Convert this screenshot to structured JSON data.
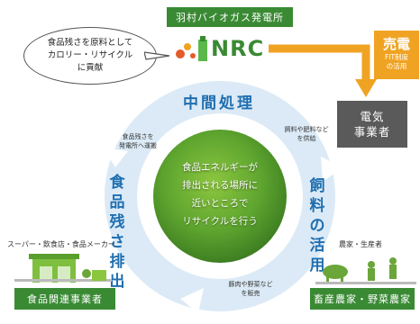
{
  "title": "羽村バイオガス発電所",
  "speech": {
    "line1": "食品残さを原料として",
    "line2": "カロリー・リサイクル",
    "line3": "に貢献"
  },
  "logo_text": "NRC",
  "sell": {
    "main": "売電",
    "sub1": "FIT制度",
    "sub2": "の活用"
  },
  "electric": {
    "line1": "電気",
    "line2": "事業者"
  },
  "cycle": {
    "top": "中間処理",
    "right": [
      "飼",
      "料",
      "の",
      "活",
      "用"
    ],
    "left": [
      "食",
      "品",
      "残",
      "さ",
      "排",
      "出"
    ]
  },
  "arrow_notes": {
    "left_top": [
      "食品残さを",
      "発電所へ運搬"
    ],
    "right_top": [
      "飼料や肥料など",
      "を供給"
    ],
    "bottom": [
      "豚肉や野菜など",
      "を販売"
    ]
  },
  "center": {
    "line1": "食品エネルギーが",
    "line2": "排出される場所に",
    "line3": "近いところで",
    "line4": "リサイクルを行う"
  },
  "left_caption": "スーパー・飲食店・食品メーカー",
  "left_box": "食品関連事業者",
  "right_caption": "農家・生産者",
  "right_box": "畜産農家・野菜農家",
  "colors": {
    "green": "#3a8a34",
    "orange": "#f0a322",
    "gray": "#5a5a5a",
    "blue_ring": "#cfe4f4",
    "blue_text": "#1f6fb0"
  }
}
